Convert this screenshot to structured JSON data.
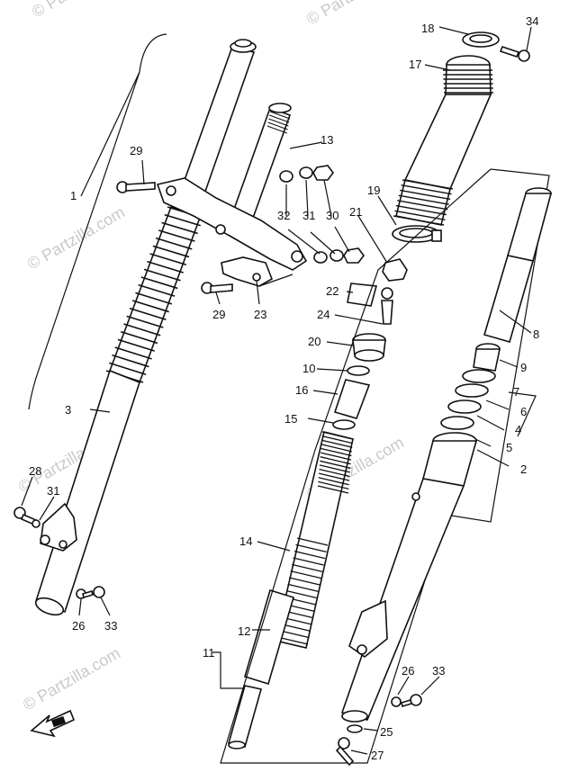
{
  "watermark": "© Partzilla.com",
  "callouts": [
    "1",
    "2",
    "3",
    "4",
    "5",
    "6",
    "7",
    "8",
    "9",
    "10",
    "11",
    "12",
    "13",
    "14",
    "15",
    "16",
    "17",
    "18",
    "19",
    "20",
    "21",
    "22",
    "23",
    "24",
    "25",
    "26",
    "27",
    "28",
    "29",
    "30",
    "31",
    "32",
    "33",
    "34"
  ],
  "labels": {
    "l1": "1",
    "l2": "2",
    "l3": "3",
    "l4": "4",
    "l5": "5",
    "l6": "6",
    "l7": "7",
    "l8": "8",
    "l9": "9",
    "l10": "10",
    "l11": "11",
    "l12": "12",
    "l13": "13",
    "l14": "14",
    "l15": "15",
    "l16": "16",
    "l17": "17",
    "l18": "18",
    "l19": "19",
    "l20": "20",
    "l21": "21",
    "l22": "22",
    "l23": "23",
    "l24": "24",
    "l25": "25",
    "l26a": "26",
    "l26b": "26",
    "l27": "27",
    "l28": "28",
    "l29a": "29",
    "l29b": "29",
    "l30": "30",
    "l31a": "31",
    "l31b": "31",
    "l32": "32",
    "l33a": "33",
    "l33b": "33",
    "l34": "34"
  }
}
